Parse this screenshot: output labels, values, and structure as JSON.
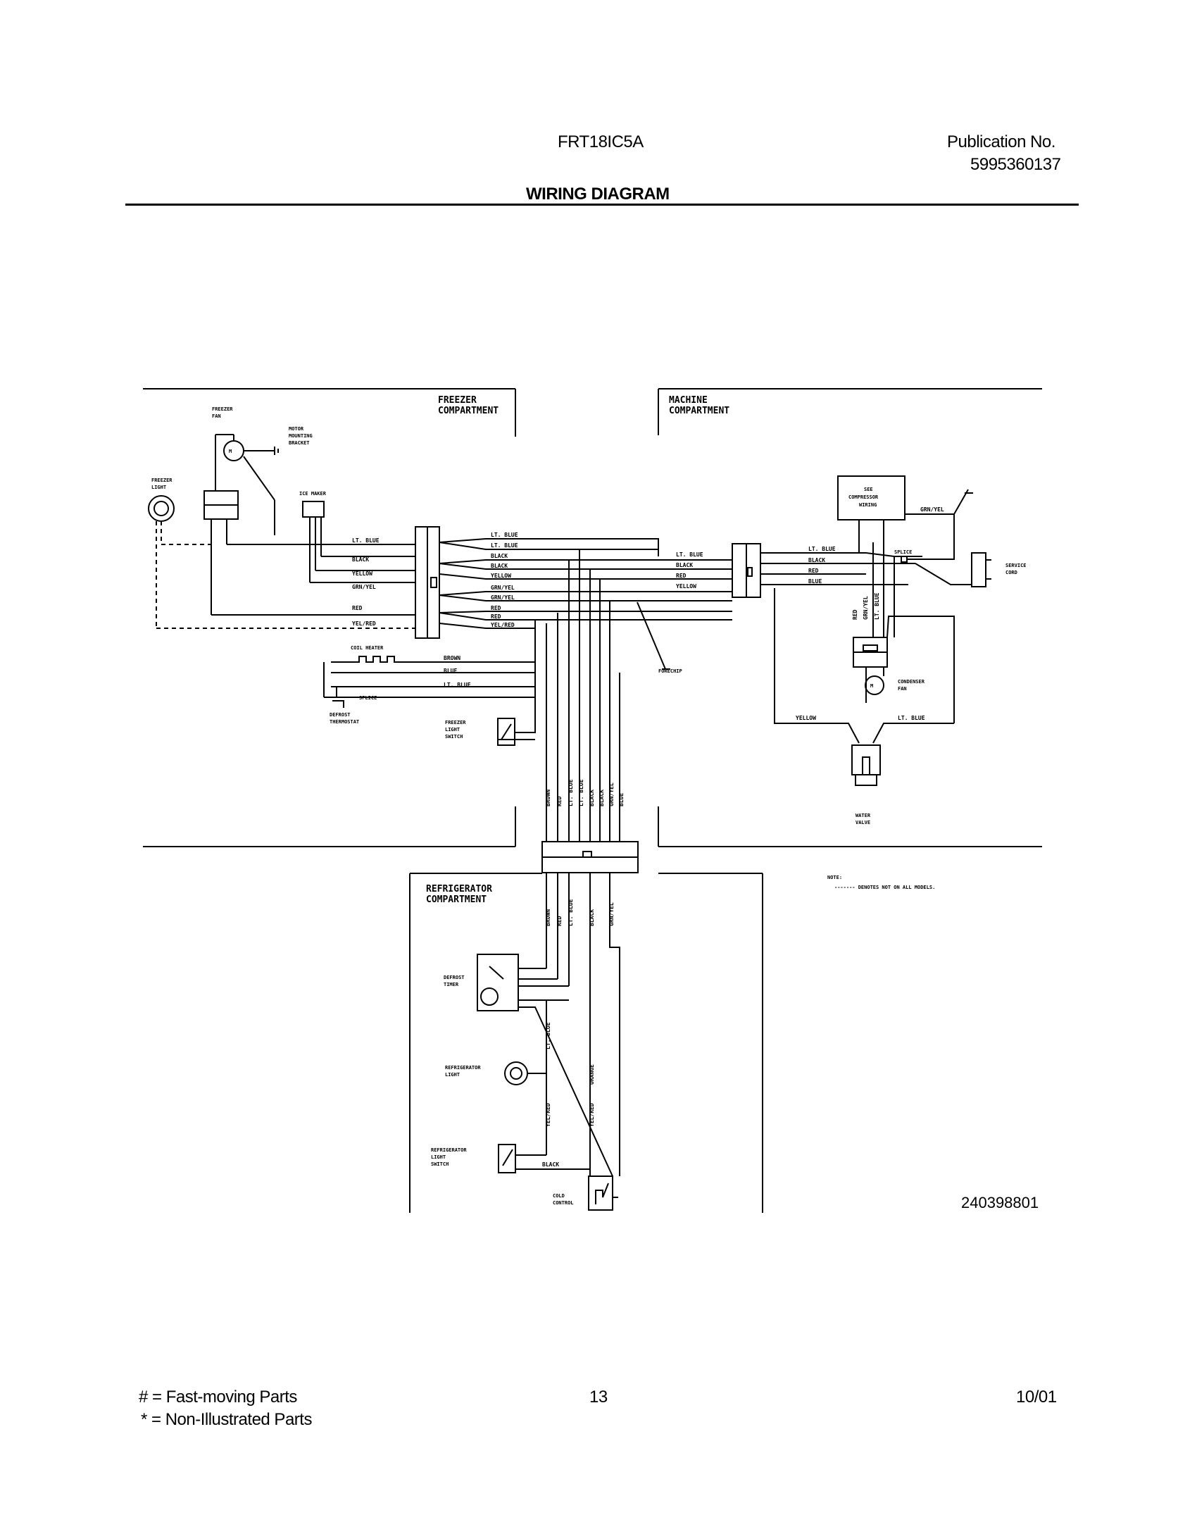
{
  "header": {
    "model": "FRT18IC5A",
    "publication_label": "Publication No.",
    "publication_number": "5995360137",
    "title": "WIRING DIAGRAM"
  },
  "sections": {
    "freezer": [
      "FREEZER",
      "COMPARTMENT"
    ],
    "machine": [
      "MACHINE",
      "COMPARTMENT"
    ],
    "refrigerator": [
      "REFRIGERATOR",
      "COMPARTMENT"
    ]
  },
  "components": {
    "freezer_fan": [
      "FREEZER",
      "FAN"
    ],
    "motor_bracket": [
      "MOTOR",
      "MOUNTING",
      "BRACKET"
    ],
    "freezer_light": [
      "FREEZER",
      "LIGHT"
    ],
    "ice_maker": "ICE MAKER",
    "coil_heater": "COIL HEATER",
    "splice": "SPLICE",
    "defrost_thermostat": [
      "DEFROST",
      "THERMOSTAT"
    ],
    "freezer_light_switch": [
      "FREEZER",
      "LIGHT",
      "SWITCH"
    ],
    "forechip": "FORECHIP",
    "compressor_wiring": [
      "SEE",
      "COMPRESSOR",
      "WIRING"
    ],
    "service_cord": [
      "SERVICE",
      "CORD"
    ],
    "condenser_fan": [
      "CONDENSER",
      "FAN"
    ],
    "water_valve": [
      "WATER",
      "VALVE"
    ],
    "defrost_timer": [
      "DEFROST",
      "TIMER"
    ],
    "refrigerator_light": [
      "REFRIGERATOR",
      "LIGHT"
    ],
    "refrigerator_light_switch": [
      "REFRIGERATOR",
      "LIGHT",
      "SWITCH"
    ],
    "cold_control": [
      "COLD",
      "CONTROL"
    ]
  },
  "wire_labels": {
    "freezer_left": [
      "LT. BLUE",
      "BLACK",
      "YELLOW",
      "GRN/YEL",
      "RED",
      "YEL/RED"
    ],
    "freezer_right": [
      "LT. BLUE",
      "LT. BLUE",
      "BLACK",
      "BLACK",
      "YELLOW",
      "GRN/YEL",
      "GRN/YEL",
      "RED",
      "RED",
      "YEL/RED"
    ],
    "heater": [
      "BROWN",
      "BLUE",
      "LT. BLUE"
    ],
    "machine_left": [
      "LT. BLUE",
      "BLACK",
      "RED",
      "YELLOW"
    ],
    "machine_right": [
      "LT. BLUE",
      "BLACK",
      "RED",
      "BLUE"
    ],
    "compressor_ground": "GRN/YEL",
    "machine_vertical": [
      "RED",
      "GRN/YEL",
      "LT. BLUE"
    ],
    "machine_bottom": [
      "YELLOW",
      "LT. BLUE"
    ],
    "vertical_bundle": [
      "BROWN",
      "RED",
      "LT. BLUE",
      "LT. BLUE",
      "BLACK",
      "BLACK",
      "GRN/YEL",
      "BLUE"
    ],
    "refrigerator_bundle": [
      "BROWN",
      "RED",
      "LT. BLUE",
      "BLACK",
      "GRN/YEL"
    ],
    "refrigerator_lower": [
      "LT. BLUE",
      "ORANGE",
      "YEL/RED",
      "YEL/RED",
      "BLACK"
    ]
  },
  "note": {
    "label": "NOTE:",
    "text": "------- DENOTES NOT ON ALL MODELS."
  },
  "diagram_number": "240398801",
  "footer": {
    "legend": [
      "#  =  Fast-moving Parts",
      "*   =  Non-Illustrated Parts"
    ],
    "page": "13",
    "date": "10/01"
  }
}
